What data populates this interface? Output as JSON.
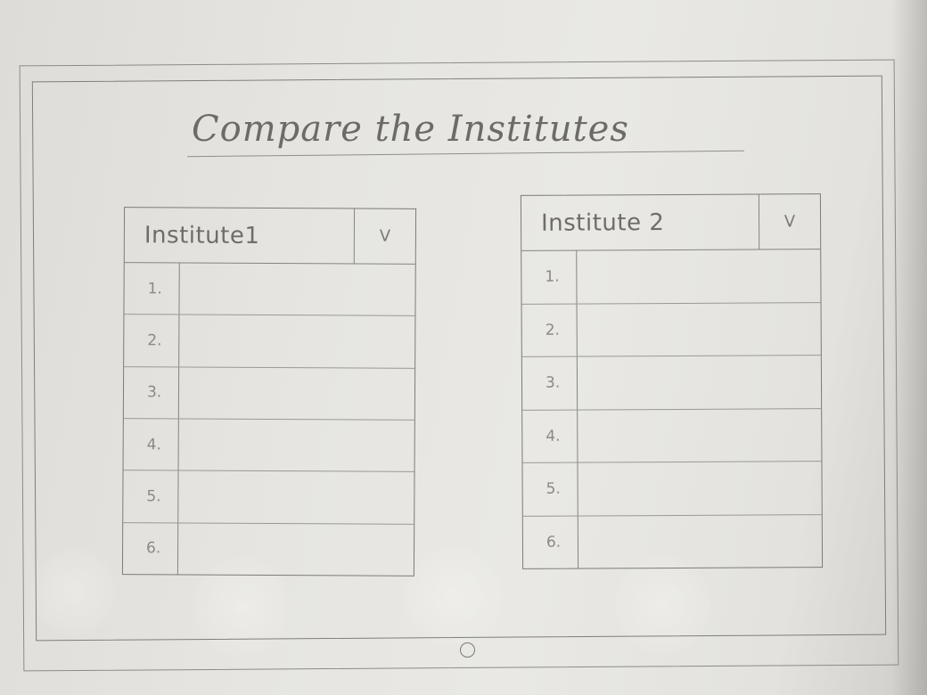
{
  "page": {
    "title": "Compare the Institutes"
  },
  "tables": [
    {
      "dropdown_label": "Institute1",
      "chevron": "V",
      "rows": [
        "1.",
        "2.",
        "3.",
        "4.",
        "5.",
        "6."
      ]
    },
    {
      "dropdown_label": "Institute 2",
      "chevron": "V",
      "rows": [
        "1.",
        "2.",
        "3.",
        "4.",
        "5.",
        "6."
      ]
    }
  ],
  "icons": {
    "chevron": "chevron-down-icon",
    "home": "home-button-icon"
  }
}
